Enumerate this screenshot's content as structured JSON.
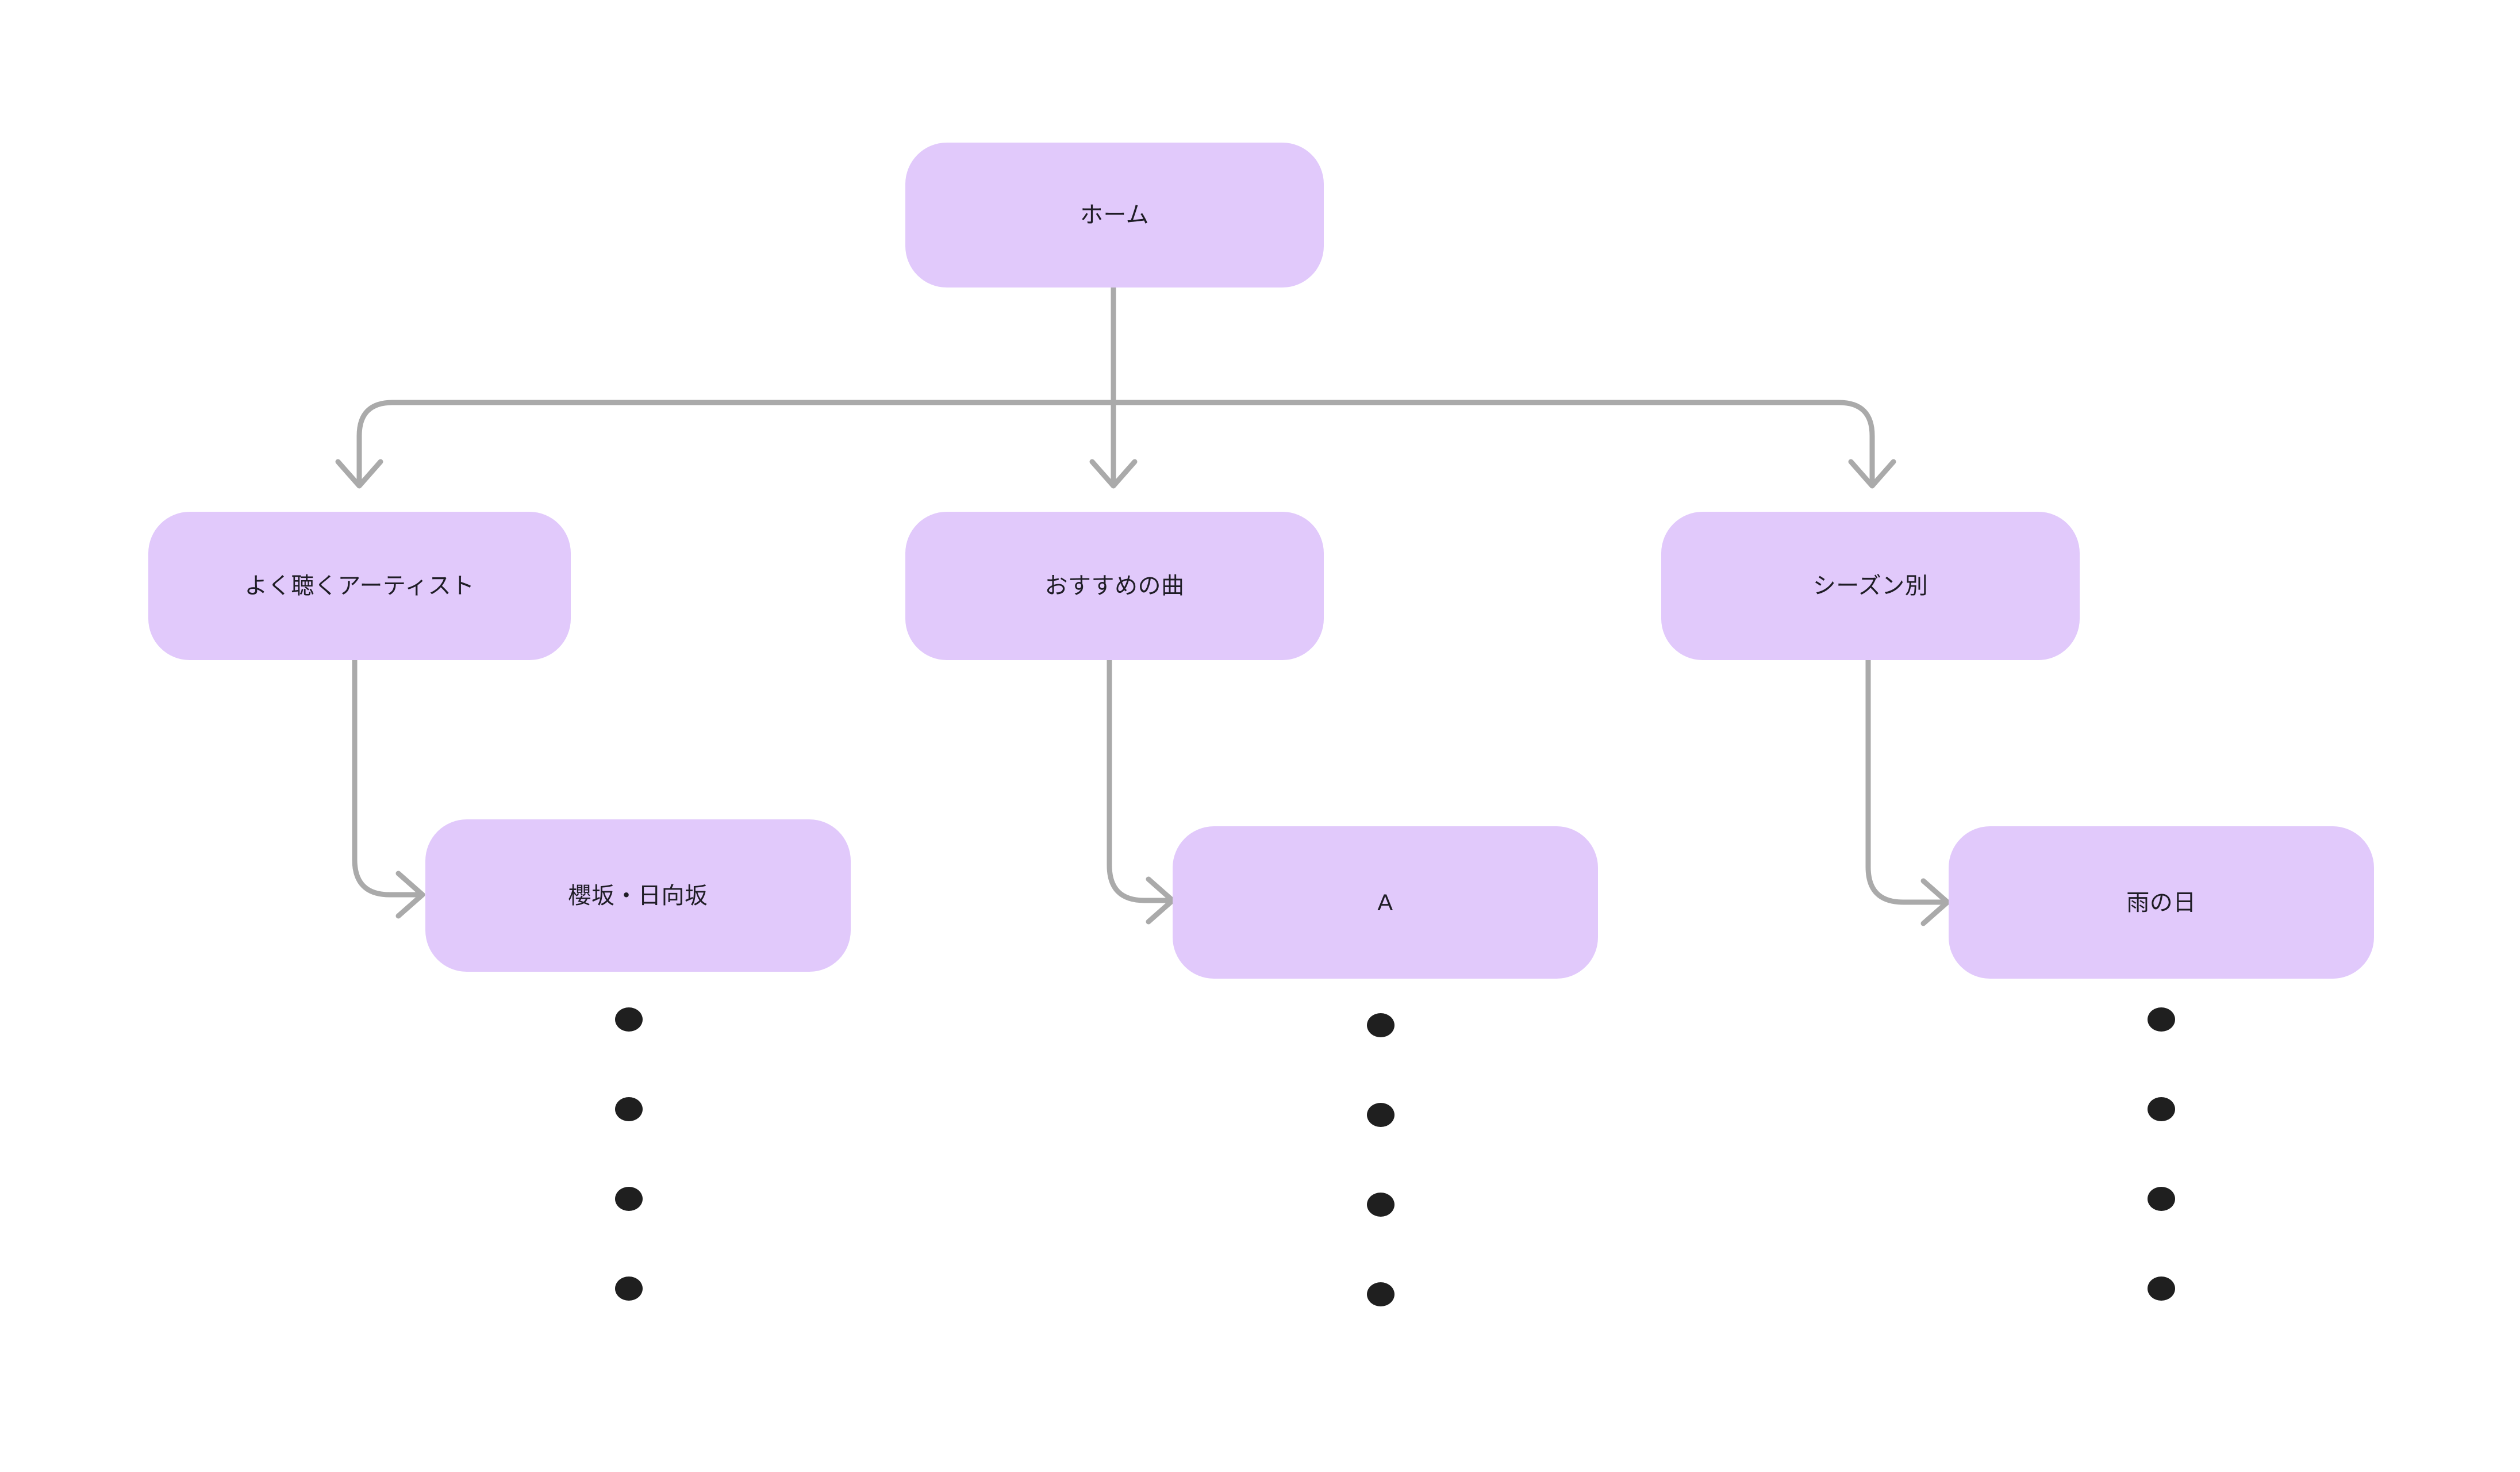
{
  "diagram": {
    "title_text": "",
    "background_color": "#ffffff",
    "node_fill": "#e1c9fb",
    "node_text_color": "#1f1d26",
    "connector_color": "#aaaaaa",
    "dot_color": "#1f1f1f",
    "levels": [
      {
        "level": 1,
        "nodes": [
          {
            "id": "home",
            "label": "ホーム"
          }
        ]
      },
      {
        "level": 2,
        "nodes": [
          {
            "id": "artists",
            "label": "よく聴くアーティスト"
          },
          {
            "id": "recommended",
            "label": "おすすめの曲"
          },
          {
            "id": "season",
            "label": "シーズン別"
          }
        ]
      },
      {
        "level": 3,
        "nodes": [
          {
            "id": "sakurazaka-hinatazaka",
            "label": "櫻坂・日向坂"
          },
          {
            "id": "a",
            "label": "A"
          },
          {
            "id": "rainy-day",
            "label": "雨の日"
          }
        ]
      }
    ],
    "more_indicators": [
      {
        "for": "sakurazaka-hinatazaka",
        "glyph": "●",
        "count": 4
      },
      {
        "for": "a",
        "glyph": "●",
        "count": 4
      },
      {
        "for": "rainy-day",
        "glyph": "●",
        "count": 4
      }
    ],
    "edges": [
      {
        "from": "home",
        "to": "artists"
      },
      {
        "from": "home",
        "to": "recommended"
      },
      {
        "from": "home",
        "to": "season"
      },
      {
        "from": "artists",
        "to": "sakurazaka-hinatazaka"
      },
      {
        "from": "recommended",
        "to": "a"
      },
      {
        "from": "season",
        "to": "rainy-day"
      }
    ]
  }
}
